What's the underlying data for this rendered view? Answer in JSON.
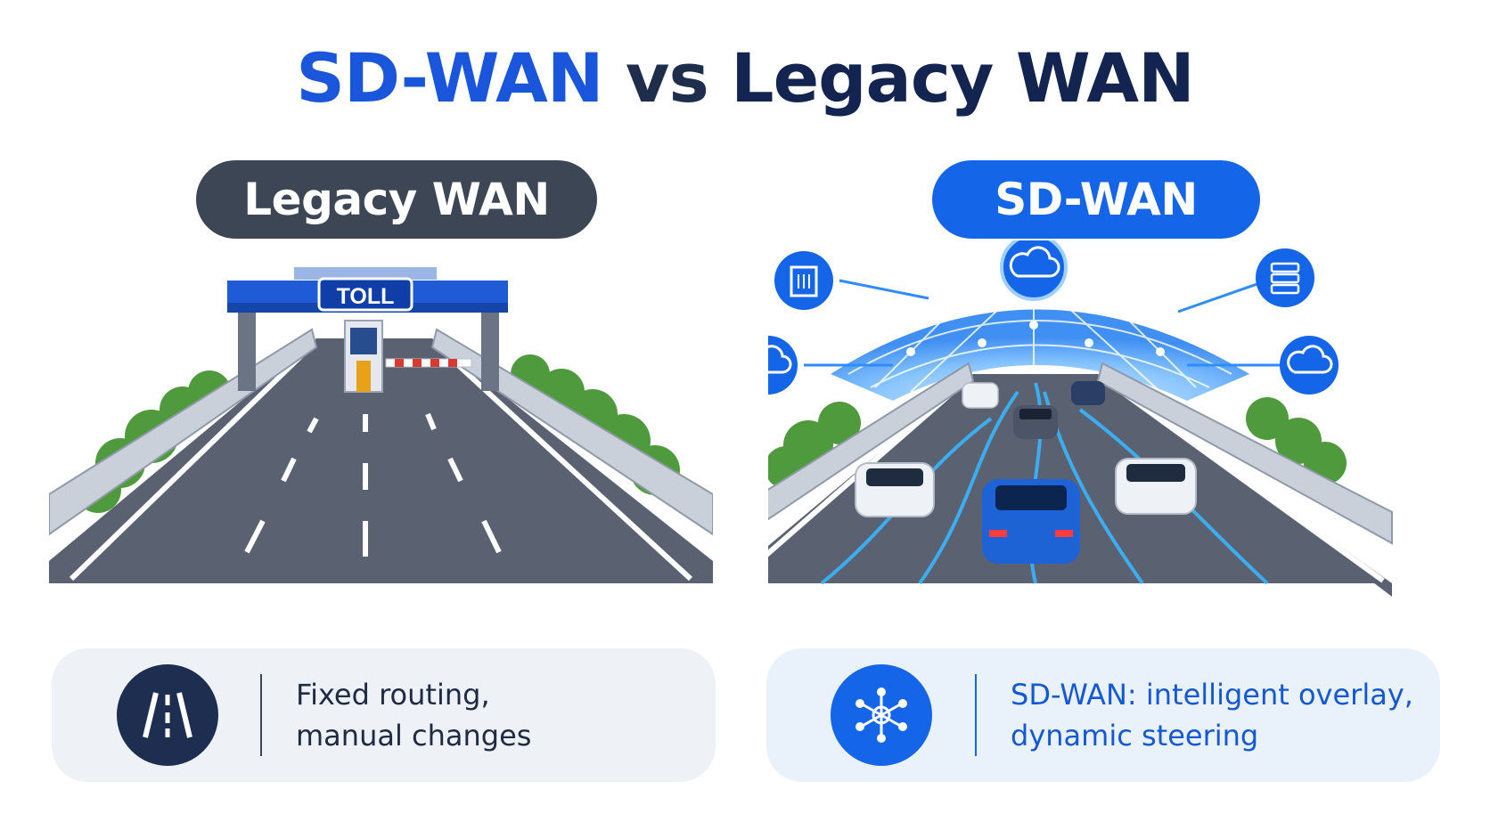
{
  "title": {
    "part1": "SD-WAN",
    "part2": "vs",
    "part3": "Legacy WAN"
  },
  "panels": {
    "legacy": {
      "label": "Legacy WAN",
      "sign": "TOLL",
      "caption_line1": "Fixed routing,",
      "caption_line2": "manual changes",
      "icon": "road-icon"
    },
    "sdwan": {
      "label": "SD-WAN",
      "caption_line1": "SD-WAN: intelligent overlay,",
      "caption_line2": "dynamic steering",
      "icon": "network-hub-icon",
      "node_icons": [
        "building-icon",
        "cloud-icon",
        "server-icon",
        "cloud-icon",
        "cloud-icon"
      ]
    }
  },
  "colors": {
    "accent_blue": "#1565e8",
    "navy": "#12244f",
    "legacy_gray": "#3d4655",
    "road_gray": "#5a6272"
  }
}
